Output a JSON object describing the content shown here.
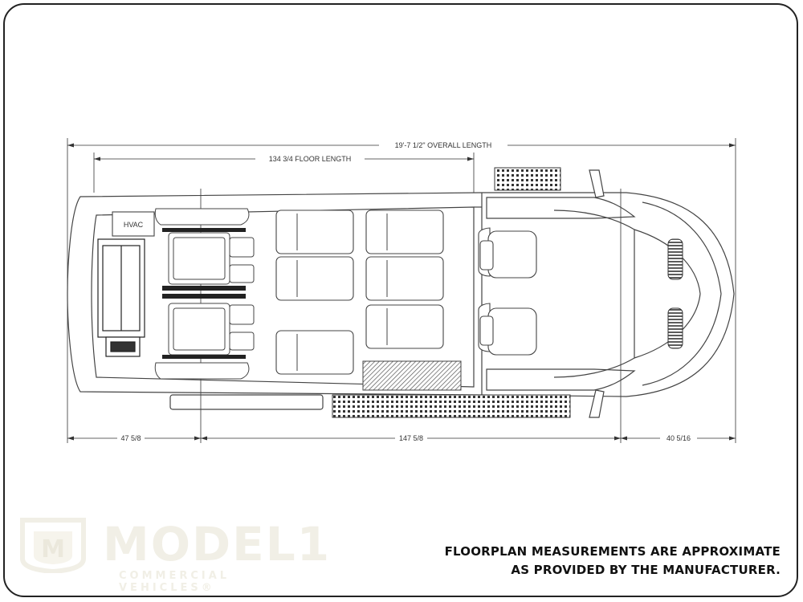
{
  "diagram": {
    "dimensions": {
      "overall_length": "19'-7 1/2\" OVERALL LENGTH",
      "floor_length": "134 3/4 FLOOR LENGTH",
      "rear_overhang": "47 5/8",
      "wheelbase": "147 5/8",
      "front_overhang": "40 5/16"
    },
    "labels": {
      "hvac": "HVAC"
    }
  },
  "disclaimer": {
    "line1": "FLOORPLAN MEASUREMENTS ARE APPROXIMATE",
    "line2": "AS PROVIDED BY THE MANUFACTURER."
  },
  "logo": {
    "mark": "M",
    "word": "MODEL1",
    "tagline": "COMMERCIAL VEHICLES®"
  }
}
